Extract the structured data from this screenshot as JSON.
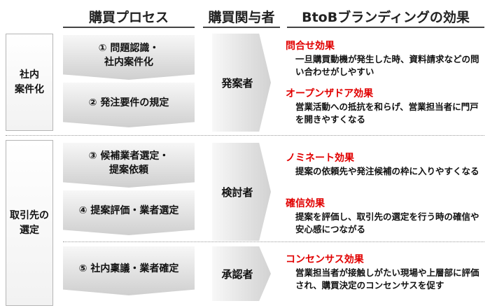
{
  "header": {
    "process": "購買プロセス",
    "actors": "購買関与者",
    "effects": "BtoBブランディングの効果"
  },
  "stages": [
    {
      "label": "社内\n案件化"
    },
    {
      "label": "取引先の\n選定"
    }
  ],
  "process_steps": [
    {
      "label": "① 問題認識・\n社内案件化"
    },
    {
      "label": "② 発注要件の規定"
    },
    {
      "label": "③ 候補業者選定・\n提案依頼"
    },
    {
      "label": "④ 提案評価・業者選定"
    },
    {
      "label": "⑤ 社内稟議・業者確定"
    }
  ],
  "actors": [
    {
      "label": "発案者"
    },
    {
      "label": "検討者"
    },
    {
      "label": "承認者"
    }
  ],
  "effects": [
    {
      "title": "問合せ効果",
      "desc": "一旦購買動機が発生した時、資料請求などの問い合わせがしやすい"
    },
    {
      "title": "オープンザドア効果",
      "desc": "営業活動への抵抗を和らげ、営業担当者に門戸を開きやすくなる"
    },
    {
      "title": "ノミネート効果",
      "desc": "提案の依頼先や発注候補の枠に入りやすくなる"
    },
    {
      "title": "確信効果",
      "desc": "提案を評価し、取引先の選定を行う時の確信や安心感につながる"
    },
    {
      "title": "コンセンサス効果",
      "desc": "営業担当者が接触しがたい現場や上層部に評価され、購買決定のコンセンサスを促す"
    }
  ],
  "colors": {
    "effect_title": "#e10000",
    "header_line": "#444444"
  }
}
